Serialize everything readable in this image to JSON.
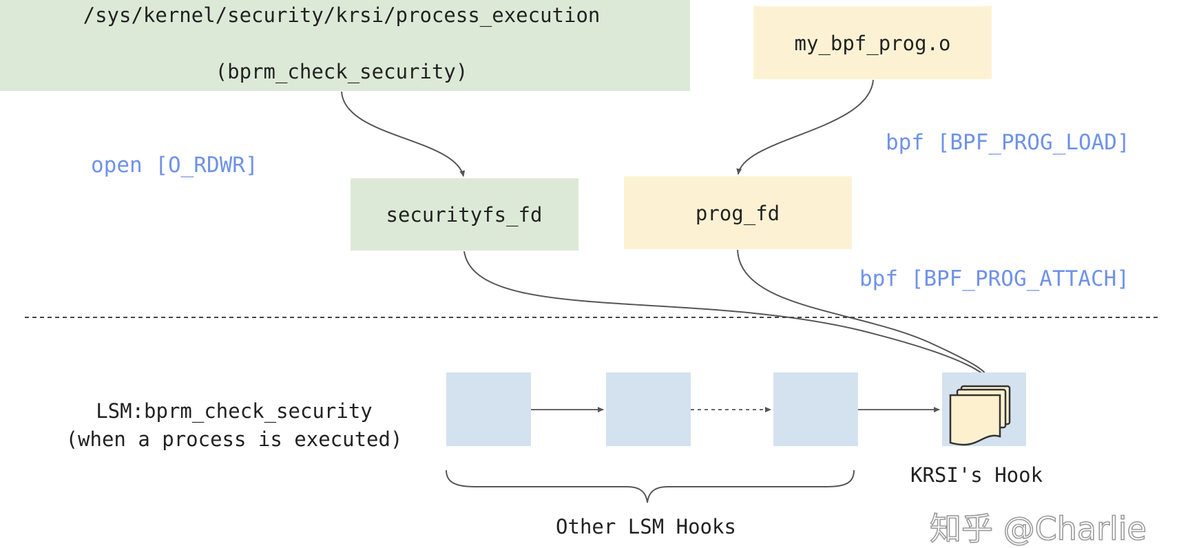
{
  "diagram": {
    "securityfs_path": "/sys/kernel/security/krsi/process_execution",
    "securityfs_hook": "(bprm_check_security)",
    "bpf_object": "my_bpf_prog.o",
    "open_call": "open [O_RDWR]",
    "load_call": "bpf [BPF_PROG_LOAD]",
    "attach_call": "bpf [BPF_PROG_ATTACH]",
    "securityfs_fd": "securityfs_fd",
    "prog_fd": "prog_fd",
    "lsm_hook_name": "LSM:bprm_check_security",
    "lsm_hook_desc": "(when a process is executed)",
    "other_hooks_label": "Other LSM Hooks",
    "krsi_hook_label": "KRSI's Hook",
    "watermark": "知乎 @Charlie"
  },
  "colors": {
    "green_box": "#dde9d7",
    "yellow_box": "#fcf2d3",
    "blue_box": "#d4e1ef",
    "call_text": "#6f92e8"
  }
}
